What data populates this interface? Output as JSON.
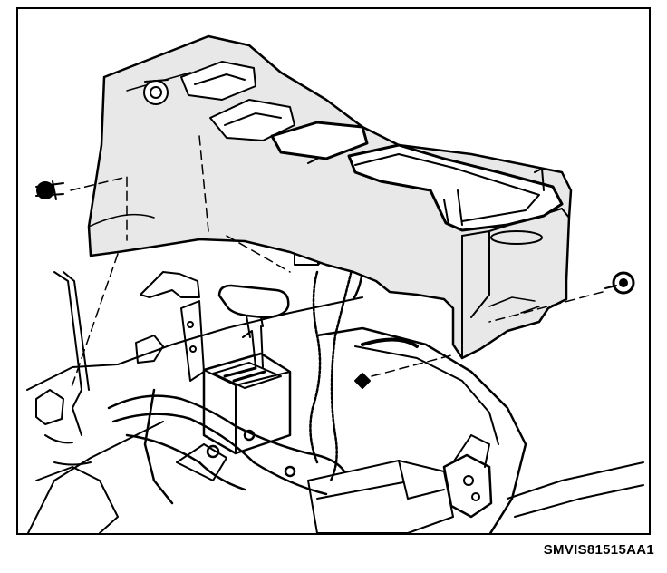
{
  "figure": {
    "code": "SMVIS81515AA1",
    "colors": {
      "ink": "#000000",
      "paper": "#ffffff",
      "shade": "#e8e8e8"
    },
    "parts": [
      "console-housing",
      "cupholder-front",
      "cupholder-rear",
      "storage-bin",
      "shifter-assembly",
      "shift-knob",
      "console-fastener-left",
      "console-fastener-right",
      "console-fastener-rear",
      "wiring-harness",
      "electrical-connector",
      "floor-tunnel",
      "mounting-bracket"
    ]
  }
}
